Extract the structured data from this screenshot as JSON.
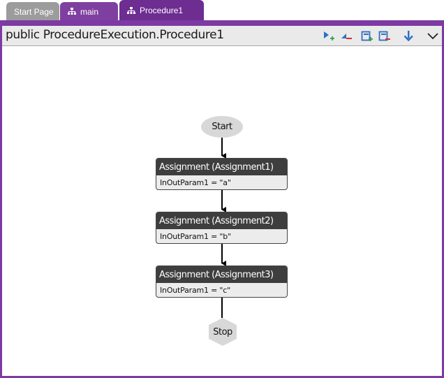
{
  "tabs": [
    {
      "label": "Start Page",
      "icon": "none"
    },
    {
      "label": "main",
      "icon": "hierarchy-icon"
    },
    {
      "label": "Procedure1",
      "icon": "hierarchy-icon"
    }
  ],
  "header": {
    "title": "public ProcedureExecution.Procedure1",
    "toolbar": [
      "add-icon",
      "remove-icon",
      "expand-icon",
      "collapse-icon",
      "arrow-down-icon",
      "chevron-down-icon"
    ]
  },
  "flow": {
    "start": "Start",
    "activities": [
      {
        "title": "Assignment (Assignment1)",
        "body": "InOutParam1 = \"a\""
      },
      {
        "title": "Assignment (Assignment2)",
        "body": "InOutParam1 = \"b\""
      },
      {
        "title": "Assignment (Assignment3)",
        "body": "InOutParam1 = \"c\""
      }
    ],
    "stop": "Stop"
  },
  "colors": {
    "accent": "#7d3aa3",
    "tab_inactive": "#9c9c9c",
    "activity_header": "#3e3e3e"
  }
}
